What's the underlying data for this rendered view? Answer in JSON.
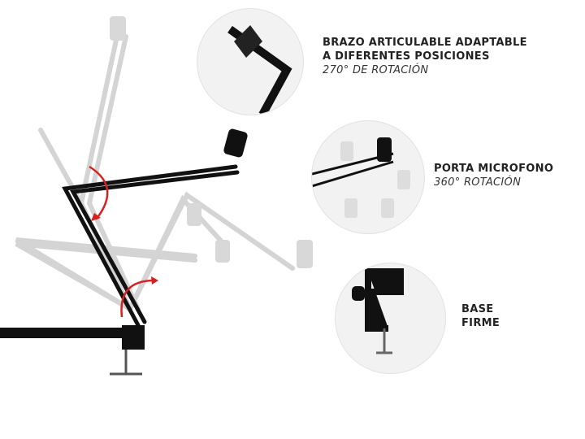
{
  "features": [
    {
      "title_lines": [
        "BRAZO ARTICULABLE ADAPTABLE",
        "A DIFERENTES POSICIONES"
      ],
      "subtitle": "270° DE ROTACIÓN"
    },
    {
      "title_lines": [
        "PORTA MICROFONO"
      ],
      "subtitle": "360° ROTACIÓN"
    },
    {
      "title_lines": [
        "BASE",
        "FIRME"
      ],
      "subtitle": null
    }
  ],
  "colors": {
    "arm": "#111111",
    "ghost": "#cfcfcf",
    "arrow": "#d62020"
  }
}
